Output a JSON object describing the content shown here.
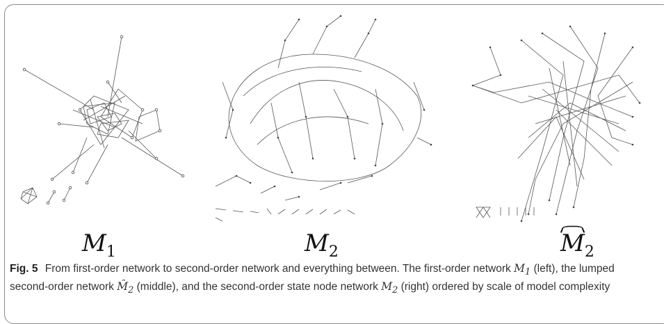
{
  "panels": [
    {
      "label_main": "M",
      "label_sub": "1"
    },
    {
      "label_main": "M",
      "label_sub": "2"
    },
    {
      "label_main": "M",
      "label_sub": "2"
    }
  ],
  "caption": {
    "fig_label": "Fig. 5",
    "text_1": "From first-order network to second-order network and everything between. The first-order network",
    "math_1": "M",
    "math_1_sub": "1",
    "text_2": "(left), the lumped second-order network",
    "math_2": "M̂",
    "math_2_sub": "2",
    "text_3": "(middle), and the second-order state node network",
    "math_3": "M",
    "math_3_sub": "2",
    "text_4": "(right) ordered by scale of model complexity"
  }
}
